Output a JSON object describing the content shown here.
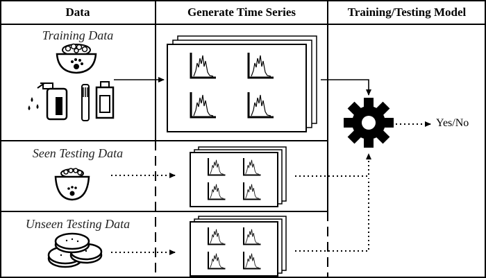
{
  "header": {
    "col1": "Data",
    "col2": "Generate Time Series",
    "col3": "Training/Testing Model"
  },
  "sections": {
    "training": "Training Data",
    "seen": "Seen Testing Data",
    "unseen": "Unseen Testing Data"
  },
  "output": "Yes/No",
  "icons": {
    "training": [
      "pet-food-bowl-icon",
      "cleaning-spray-bottle-icon",
      "toothbrush-icon",
      "toothpaste-tube-icon"
    ],
    "seen": [
      "pet-food-bowl-icon"
    ],
    "unseen": [
      "cookies-icon"
    ],
    "model": "gear-icon"
  }
}
